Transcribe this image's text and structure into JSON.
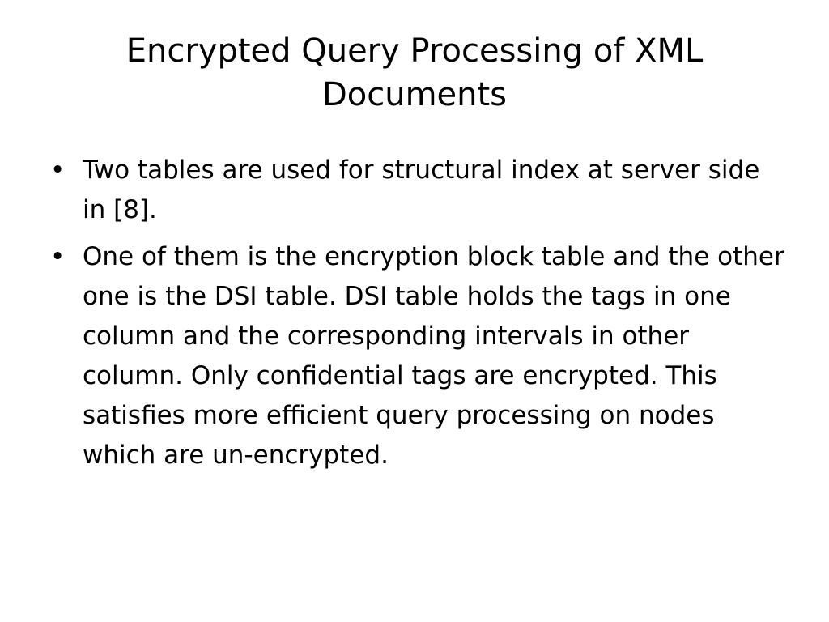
{
  "slide": {
    "title": "Encrypted Query Processing of XML Documents",
    "bullet_symbol": "•",
    "bullets": [
      "Two tables are used for structural index at server side in [8].",
      "One of them is the encryption block table and the other one is the DSI table. DSI table holds the tags in one column and the corresponding intervals in other column. Only confidential tags are encrypted. This satisfies more efficient query processing on nodes which are un-encrypted."
    ]
  }
}
